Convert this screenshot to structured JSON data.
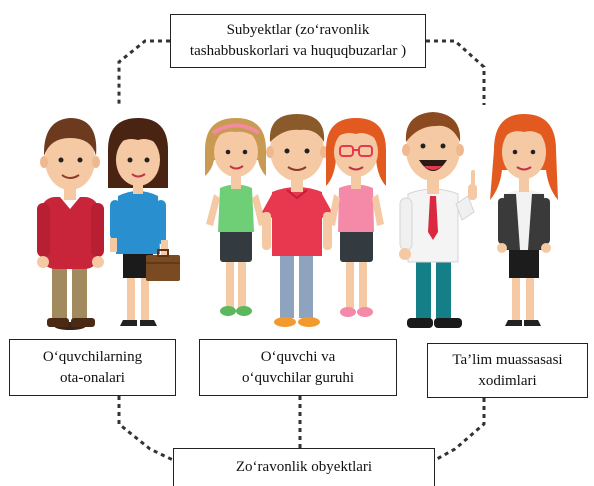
{
  "subjects": {
    "line1": "Subyektlar (zo‘ravonlik",
    "line2": "tashabbuskorlari va huquqbuzarlar )"
  },
  "groups": [
    {
      "line1": "O‘quvchilarning",
      "line2": "ota-onalari"
    },
    {
      "line1": "O‘quvchi va",
      "line2": "o‘quvchilar guruhi"
    },
    {
      "line1": "Ta’lim muassasasi",
      "line2": "xodimlari"
    }
  ],
  "objects": {
    "label": "Zo‘ravonlik obyektlari"
  },
  "colors": {
    "dash_line": "#333333",
    "red_shirt": "#c8253a",
    "skin": "#f5c9a3",
    "hair_brown": "#6b3a1f",
    "hair_orange": "#e25a1f",
    "blue_top": "#2a8fcf",
    "green_top": "#6ecf76",
    "pink_top": "#f48aa7",
    "khaki": "#a08a5e",
    "jeans": "#8ea4be",
    "teal": "#147f86"
  }
}
